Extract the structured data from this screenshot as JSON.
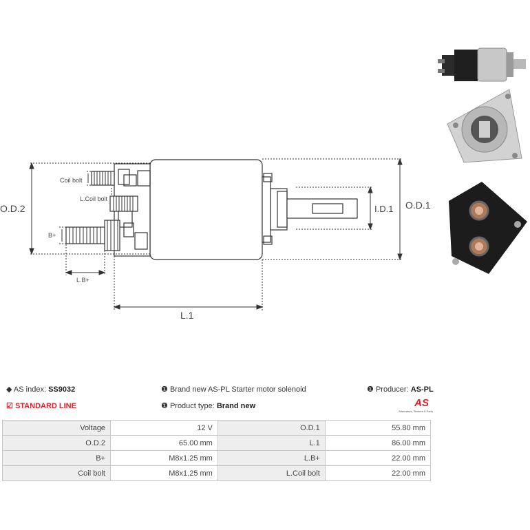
{
  "drawing": {
    "labels": {
      "coil_bolt": "Coil bolt",
      "l_coil_bolt": "L.Coil bolt",
      "b_plus": "B+",
      "l_b_plus": "L.B+",
      "od2": "O.D.2",
      "od1": "O.D.1",
      "id1": "I.D.1",
      "l1": "L.1"
    }
  },
  "info": {
    "as_index_label": "AS index:",
    "as_index_value": "SS9032",
    "description": "Brand new AS-PL Starter motor solenoid",
    "producer_label": "Producer:",
    "producer_value": "AS-PL",
    "line": "STANDARD LINE",
    "product_type_label": "Product type:",
    "product_type_value": "Brand new",
    "logo_text": "AS",
    "logo_tagline": "Alternators, Starters & Parts"
  },
  "specs": [
    {
      "k1": "Voltage",
      "v1": "12 V",
      "k2": "O.D.1",
      "v2": "55.80 mm"
    },
    {
      "k1": "O.D.2",
      "v1": "65.00 mm",
      "k2": "L.1",
      "v2": "86.00 mm"
    },
    {
      "k1": "B+",
      "v1": "M8x1.25 mm",
      "k2": "L.B+",
      "v2": "22.00 mm"
    },
    {
      "k1": "Coil bolt",
      "v1": "M8x1.25 mm",
      "k2": "L.Coil bolt",
      "v2": "22.00 mm"
    }
  ],
  "colors": {
    "accent_red": "#d8232a",
    "table_key_bg": "#eeeeee",
    "table_border": "#c8c8c8"
  }
}
